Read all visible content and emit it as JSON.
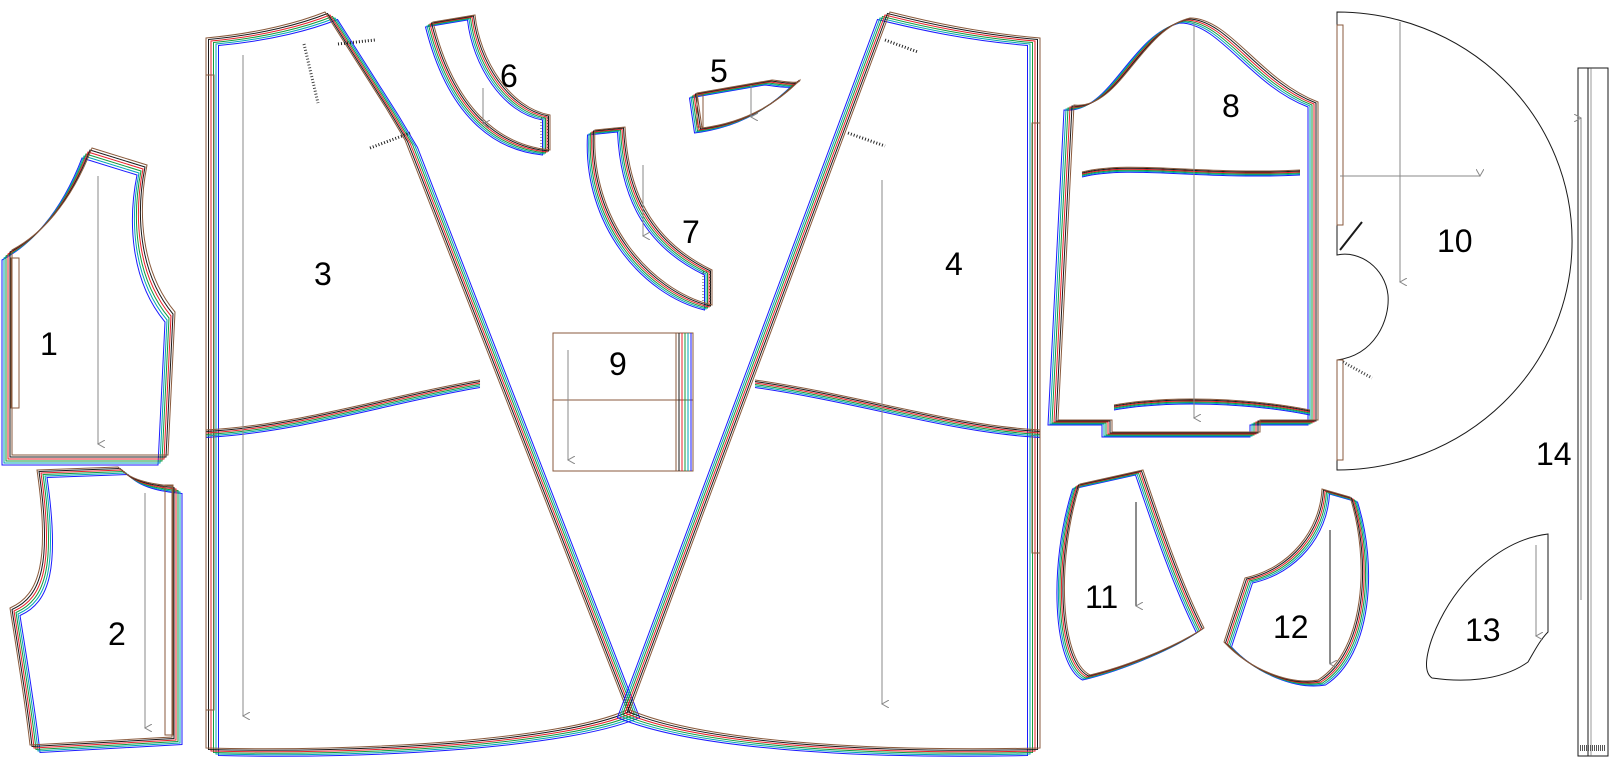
{
  "colors": {
    "blue": "#1a1aff",
    "cyan": "#00a5b5",
    "green": "#139a3b",
    "red": "#e8202a",
    "black": "#1a1a1a",
    "brown": "#8a5a3c",
    "grain": "#888888"
  },
  "size_line_colors": [
    "#1a1aff",
    "#00a5b5",
    "#139a3b",
    "#e8202a",
    "#1a1a1a",
    "#8a5a3c"
  ],
  "pieces": [
    {
      "id": "1",
      "label": "1"
    },
    {
      "id": "2",
      "label": "2"
    },
    {
      "id": "3",
      "label": "3"
    },
    {
      "id": "4",
      "label": "4"
    },
    {
      "id": "5",
      "label": "5"
    },
    {
      "id": "6",
      "label": "6"
    },
    {
      "id": "7",
      "label": "7"
    },
    {
      "id": "8",
      "label": "8"
    },
    {
      "id": "9",
      "label": "9"
    },
    {
      "id": "10",
      "label": "10"
    },
    {
      "id": "11",
      "label": "11"
    },
    {
      "id": "12",
      "label": "12"
    },
    {
      "id": "13",
      "label": "13"
    },
    {
      "id": "14",
      "label": "14"
    }
  ]
}
